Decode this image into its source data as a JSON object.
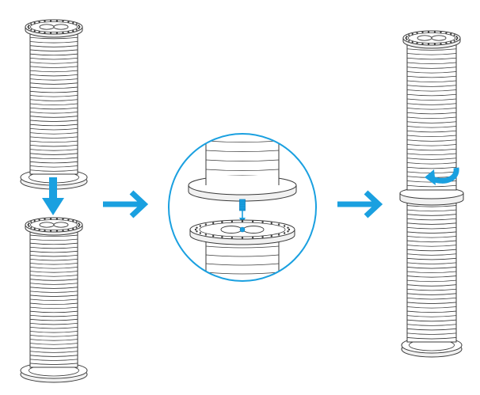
{
  "figure": {
    "steps": [
      {
        "id": "step-1",
        "depicts": "two-stacked-spools-with-down-arrow"
      },
      {
        "id": "step-2",
        "depicts": "magnified-peg-connection-detail"
      },
      {
        "id": "step-3",
        "depicts": "joined-spools-rotate-to-lock"
      }
    ],
    "colors": {
      "accent": "#1aa0e0",
      "accent_dark": "#0b7fbf",
      "line": "#3a3a3a",
      "fill": "#ffffff",
      "shade": "#f1f1f1"
    },
    "icons": [
      "down-arrow-icon",
      "right-arrow-icon",
      "rotate-arrow-icon",
      "connector-peg-icon"
    ]
  }
}
